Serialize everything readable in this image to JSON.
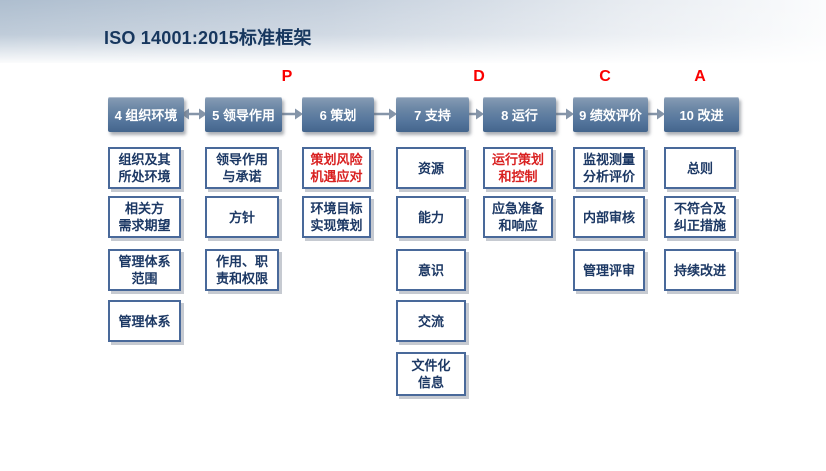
{
  "title": "ISO 14001:2015标准框架",
  "pdca": [
    {
      "label": "P"
    },
    {
      "label": "D"
    },
    {
      "label": "C"
    },
    {
      "label": "A"
    }
  ],
  "columns": [
    {
      "header": "4 组织环境",
      "items": [
        {
          "text": "组织及其\n所处环境"
        },
        {
          "text": "相关方\n需求期望"
        },
        {
          "text": "管理体系\n范围"
        },
        {
          "text": "管理体系"
        }
      ]
    },
    {
      "header": "5 领导作用",
      "items": [
        {
          "text": "领导作用\n与承诺"
        },
        {
          "text": "方针"
        },
        {
          "text": "作用、职\n责和权限"
        }
      ]
    },
    {
      "header": "6 策划",
      "items": [
        {
          "text": "策划风险\n机遇应对",
          "emphasis": true
        },
        {
          "text": "环境目标\n实现策划"
        }
      ]
    },
    {
      "header": "7 支持",
      "items": [
        {
          "text": "资源"
        },
        {
          "text": "能力"
        },
        {
          "text": "意识"
        },
        {
          "text": "交流"
        },
        {
          "text": "文件化\n信息"
        }
      ]
    },
    {
      "header": "8 运行",
      "items": [
        {
          "text": "运行策划\n和控制",
          "emphasis": true
        },
        {
          "text": "应急准备\n和响应"
        }
      ]
    },
    {
      "header": "9 绩效评价",
      "items": [
        {
          "text": "监视测量\n分析评价"
        },
        {
          "text": "内部审核"
        },
        {
          "text": "管理评审"
        }
      ]
    },
    {
      "header": "10 改进",
      "items": [
        {
          "text": "总则"
        },
        {
          "text": "不符合及\n纠正措施"
        },
        {
          "text": "持续改进"
        }
      ]
    }
  ],
  "colors": {
    "title_navy": "#17375e",
    "box_text_navy": "#1c3864",
    "emphasis_red": "#d92121",
    "pdca_red": "#fa0000",
    "header_fill": "#54759c",
    "box_border": "#49699a",
    "arrow": "#8595a9",
    "banner_blue": "#aebecf"
  }
}
